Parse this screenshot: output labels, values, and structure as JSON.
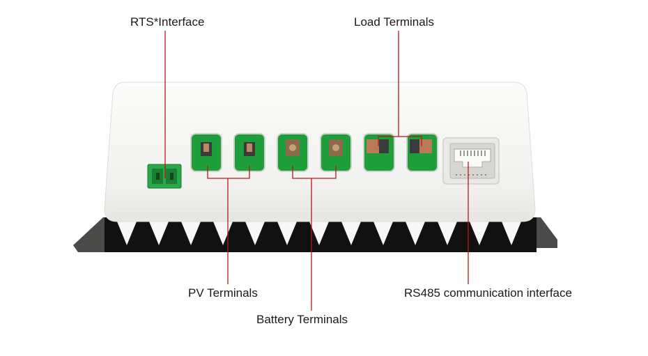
{
  "labels": {
    "rts": "RTS*Interface",
    "load": "Load Terminals",
    "pv": "PV Terminals",
    "battery": "Battery Terminals",
    "rs485": "RS485 communication interface"
  },
  "colors": {
    "leader_line": "#b21a1a",
    "housing": "#f4f4f2",
    "heatsink": "#161616",
    "terminal_green": "#1e9e3a",
    "connector_green": "#2bb04c"
  }
}
